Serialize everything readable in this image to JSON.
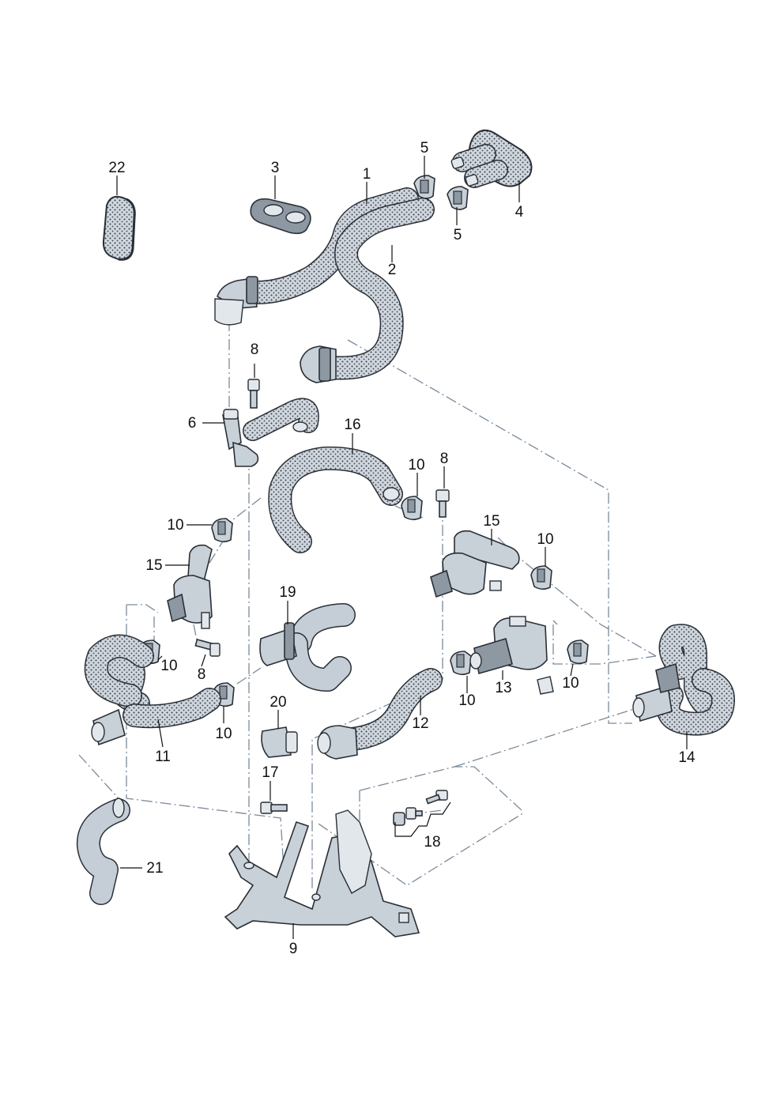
{
  "labels": {
    "p1": "1",
    "p2": "2",
    "p3": "3",
    "p4": "4",
    "p5a": "5",
    "p5b": "5",
    "p6": "6",
    "p8a": "8",
    "p8b": "8",
    "p8c": "8",
    "p9": "9",
    "p10a": "10",
    "p10b": "10",
    "p10c": "10",
    "p10d": "10",
    "p10e": "10",
    "p10f": "10",
    "p10g": "10",
    "p11": "11",
    "p12": "12",
    "p13": "13",
    "p14": "14",
    "p15a": "15",
    "p15b": "15",
    "p16": "16",
    "p17": "17",
    "p18": "18",
    "p19": "19",
    "p20": "20",
    "p21": "21",
    "p22": "22"
  },
  "colors": {
    "line": "#111111",
    "part_fill": "#c8d0d8",
    "part_outline": "#2a2f36",
    "dash_line": "#7a8a9a"
  }
}
